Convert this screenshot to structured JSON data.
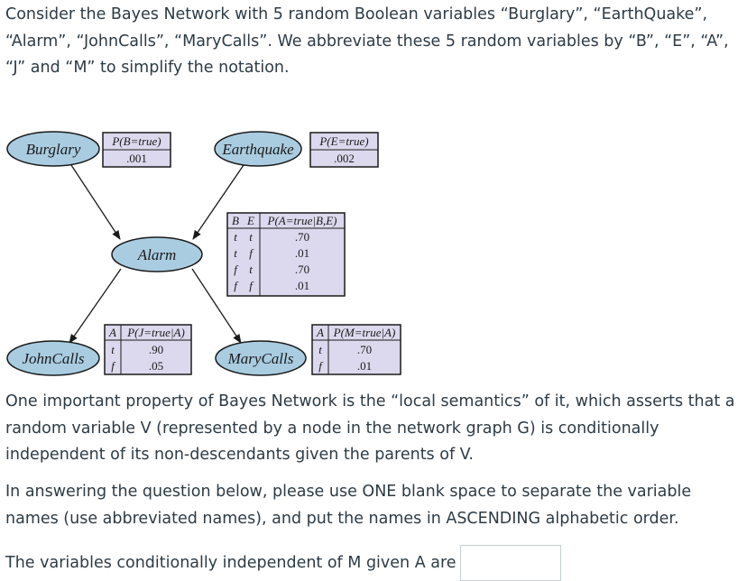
{
  "intro": "Consider the Bayes Network with 5 random Boolean variables “Burglary”, “EarthQuake”, “Alarm”, “JohnCalls”, “MaryCalls”. We abbreviate these 5 random variables by “B”, “E”, “A”, “J” and “M” to simplify the notation.",
  "network": {
    "nodes": {
      "burglary": "Burglary",
      "earthquake": "Earthquake",
      "alarm": "Alarm",
      "johncalls": "JohnCalls",
      "marycalls": "MaryCalls"
    },
    "edges": [
      [
        "Burglary",
        "Alarm"
      ],
      [
        "Earthquake",
        "Alarm"
      ],
      [
        "Alarm",
        "JohnCalls"
      ],
      [
        "Alarm",
        "MaryCalls"
      ]
    ],
    "cpt_b": {
      "header": "P(B=true)",
      "value": ".001"
    },
    "cpt_e": {
      "header": "P(E=true)",
      "value": ".002"
    },
    "cpt_a": {
      "h_b": "B",
      "h_e": "E",
      "h_p": "P(A=true|B,E)",
      "rows": [
        {
          "b": "t",
          "e": "t",
          "p": ".70"
        },
        {
          "b": "t",
          "e": "f",
          "p": ".01"
        },
        {
          "b": "f",
          "e": "t",
          "p": ".70"
        },
        {
          "b": "f",
          "e": "f",
          "p": ".01"
        }
      ]
    },
    "cpt_j": {
      "h_a": "A",
      "h_p": "P(J=true|A)",
      "rows": [
        {
          "a": "t",
          "p": ".90"
        },
        {
          "a": "f",
          "p": ".05"
        }
      ]
    },
    "cpt_m": {
      "h_a": "A",
      "h_p": "P(M=true|A)",
      "rows": [
        {
          "a": "t",
          "p": ".70"
        },
        {
          "a": "f",
          "p": ".01"
        }
      ]
    },
    "colors": {
      "node_fill": "#a9cce0",
      "table_fill": "#dcd9ee",
      "stroke": "#1a1a1a"
    }
  },
  "local_semantics": "One important property of Bayes Network is the “local semantics” of it, which asserts that a random variable V (represented by a node  in the network graph G) is conditionally independent of its non-descendants given the parents of V.",
  "instructions": "In answering the question below, please use ONE blank space to separate the variable names (use abbreviated names), and put the names in ASCENDING alphabetic order.",
  "question": "The variables conditionally independent of M given A are",
  "answer": {
    "value": ""
  }
}
